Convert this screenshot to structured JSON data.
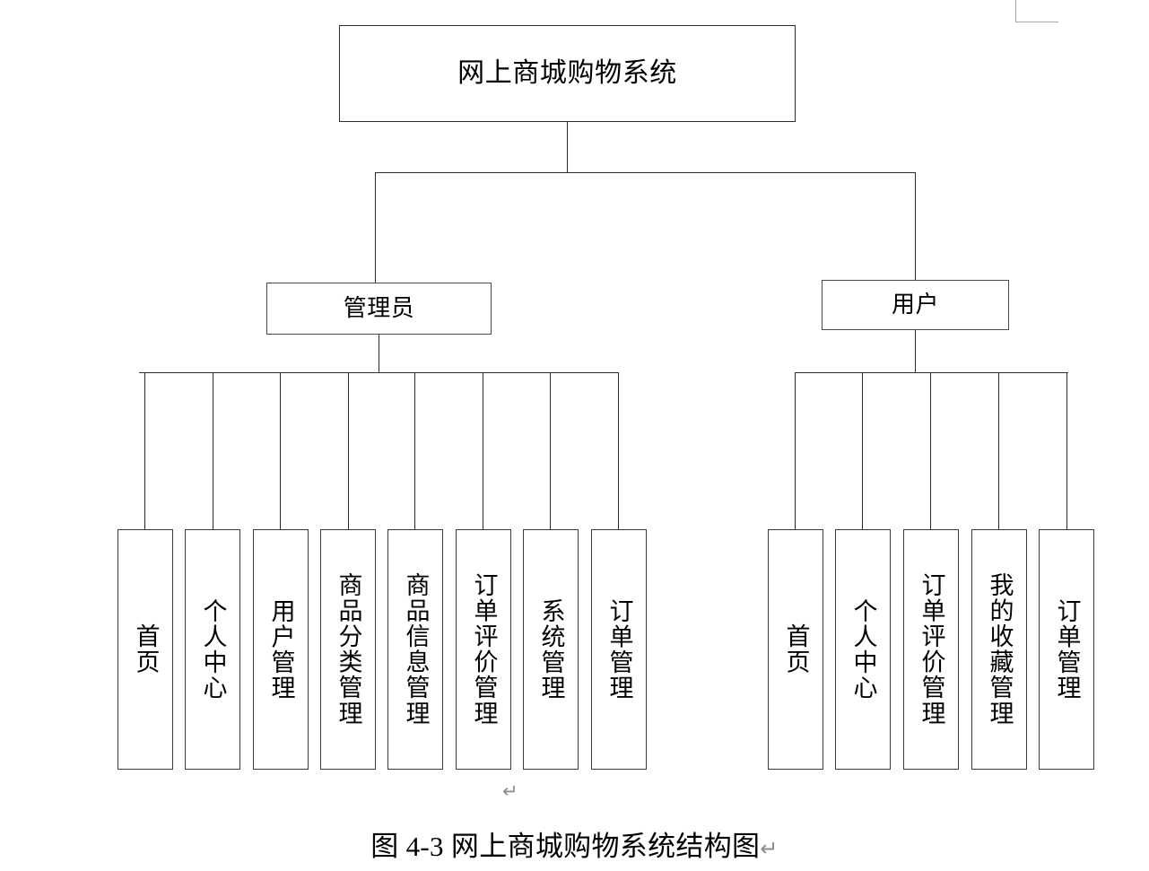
{
  "document": {
    "caption": "图 4-3  网上商城购物系统结构图",
    "caption_return_mark": "↵",
    "body_return_mark": "↵",
    "margin_guide": "page-margin-corner"
  },
  "colors": {
    "page_background": "#ffffff",
    "box_border": "#4a4a4a",
    "connector_line": "#2b2b2b",
    "text": "#000000",
    "margin_guide": "#a6a6a6",
    "return_mark": "#8c8c8c"
  },
  "chart_data": {
    "type": "diagram",
    "title": "网上商城购物系统结构图",
    "root": "网上商城购物系统",
    "branches": [
      {
        "label": "管理员",
        "children": [
          "首页",
          "个人中心",
          "用户管理",
          "商品分类管理",
          "商品信息管理",
          "订单评价管理",
          "系统管理",
          "订单管理"
        ]
      },
      {
        "label": "用户",
        "children": [
          "首页",
          "个人中心",
          "订单评价管理",
          "我的收藏管理",
          "订单管理"
        ]
      }
    ]
  },
  "tree": {
    "root": {
      "label": "网上商城购物系统"
    },
    "admin": {
      "label": "管理员",
      "leaves": [
        {
          "label": "首页"
        },
        {
          "label": "个人中心"
        },
        {
          "label": "用户管理"
        },
        {
          "label": "商品分类管理"
        },
        {
          "label": "商品信息管理"
        },
        {
          "label": "订单评价管理"
        },
        {
          "label": "系统管理"
        },
        {
          "label": "订单管理"
        }
      ]
    },
    "user": {
      "label": "用户",
      "leaves": [
        {
          "label": "首页"
        },
        {
          "label": "个人中心"
        },
        {
          "label": "订单评价管理"
        },
        {
          "label": "我的收藏管理"
        },
        {
          "label": "订单管理"
        }
      ]
    }
  }
}
